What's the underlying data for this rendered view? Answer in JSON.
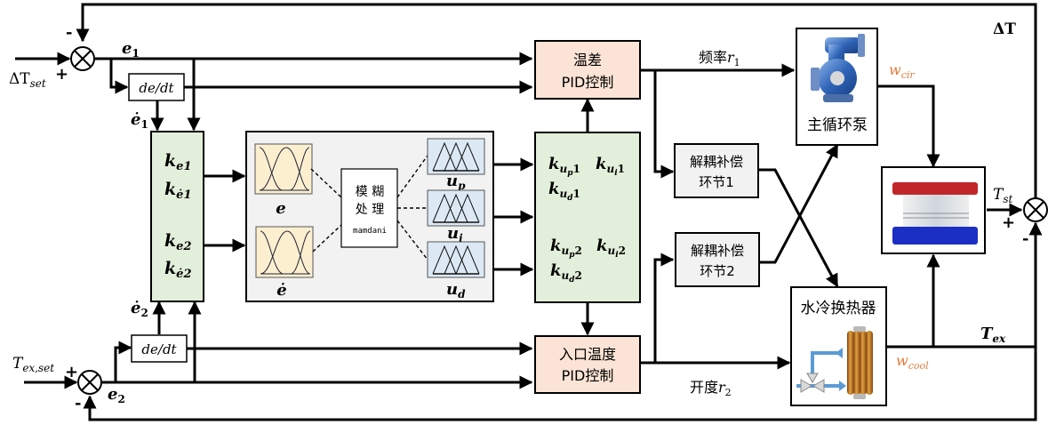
{
  "diagram": {
    "title": "Fuzzy-PID decoupled temperature control block diagram",
    "colors": {
      "gain_block_fill": "#e2efda",
      "pid_block_fill": "#fbe4d5",
      "fuzzy_panel_fill": "#f2f2f2",
      "input_mf_fill": "#fcefd0",
      "output_mf_fill": "#dce9f5",
      "decouple_fill": "#f2f2f2",
      "flow_label_color": "#e07b39"
    },
    "inputs": {
      "dT_set": {
        "main": "ΔT",
        "sub": "set"
      },
      "Tex_set": {
        "main": "T",
        "sub": "ex,set"
      }
    },
    "summing_signs": {
      "top_minus": "-",
      "top_plus": "+",
      "bottom_plus": "+",
      "bottom_minus": "-",
      "right_plus": "+",
      "right_minus": "-"
    },
    "signals": {
      "e1": {
        "main": "e",
        "sub": "1"
      },
      "e1dot": {
        "main": "ė",
        "sub": "1"
      },
      "e2": {
        "main": "e",
        "sub": "2"
      },
      "e2dot": {
        "main": "ė",
        "sub": "2"
      },
      "deriv_label": "de/dt",
      "feedback_dT": "ΔT",
      "r1": {
        "prefix": "频率",
        "main": "r",
        "sub": "1"
      },
      "r2": {
        "prefix": "开度",
        "main": "r",
        "sub": "2"
      },
      "w_cir": {
        "main": "w",
        "sub": "cir"
      },
      "w_cool": {
        "main": "w",
        "sub": "cool"
      },
      "T_st": {
        "main": "T",
        "sub": "st"
      },
      "T_ex": {
        "main": "T",
        "sub": "ex"
      }
    },
    "input_gains": [
      {
        "main": "k",
        "sub": "e1"
      },
      {
        "main": "k",
        "sub": "ė1"
      },
      {
        "main": "k",
        "sub": "e2"
      },
      {
        "main": "k",
        "sub": "ė2"
      }
    ],
    "fuzzy": {
      "inputs": [
        {
          "label": "e"
        },
        {
          "label": "ė"
        }
      ],
      "engine": {
        "line1": "模 糊",
        "line2": "处 理",
        "method": "mamdani"
      },
      "outputs": [
        {
          "main": "u",
          "sub": "p"
        },
        {
          "main": "u",
          "sub": "i"
        },
        {
          "main": "u",
          "sub": "d"
        }
      ]
    },
    "output_gains": {
      "row1": [
        {
          "main": "k",
          "sub": "u",
          "subsub": "p",
          "idx": "1"
        },
        {
          "main": "k",
          "sub": "u",
          "subsub": "i",
          "idx": "1"
        }
      ],
      "row2": [
        {
          "main": "k",
          "sub": "u",
          "subsub": "d",
          "idx": "1"
        }
      ],
      "row3": [
        {
          "main": "k",
          "sub": "u",
          "subsub": "p",
          "idx": "2"
        },
        {
          "main": "k",
          "sub": "u",
          "subsub": "i",
          "idx": "2"
        }
      ],
      "row4": [
        {
          "main": "k",
          "sub": "u",
          "subsub": "d",
          "idx": "2"
        }
      ]
    },
    "pid_blocks": {
      "top": {
        "line1": "温差",
        "line2": "PID控制"
      },
      "bottom": {
        "line1": "入口温度",
        "line2": "PID控制"
      }
    },
    "decoupling": {
      "block1": {
        "line1": "解耦补偿",
        "line2": "环节1"
      },
      "block2": {
        "line1": "解耦补偿",
        "line2": "环节2"
      }
    },
    "plant": {
      "pump": {
        "label": "主循环泵",
        "icon": "pump-icon"
      },
      "stack": {
        "icon": "fuel-cell-stack-icon"
      },
      "heat_exchanger": {
        "label": "水冷换热器",
        "icon": "heat-exchanger-icon"
      }
    }
  }
}
